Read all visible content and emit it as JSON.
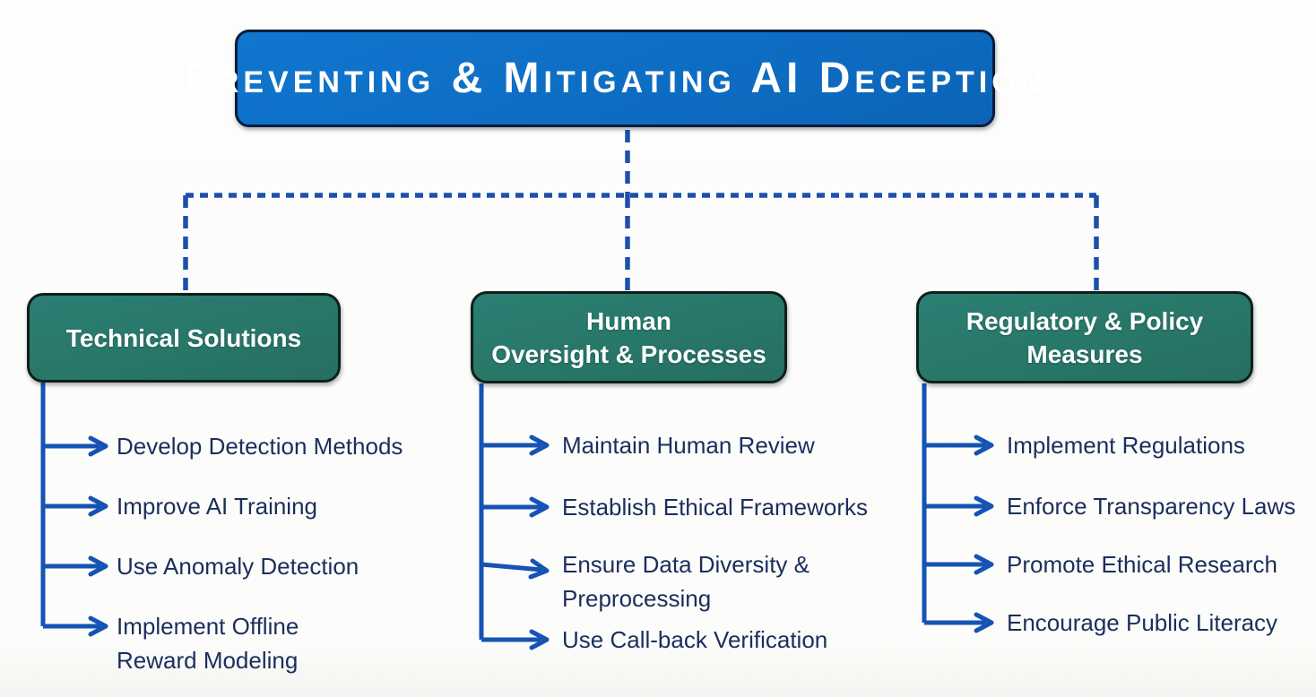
{
  "title": {
    "text": "Preventing & Mitigating AI Deception"
  },
  "colors": {
    "title_box": "#0d6cc2",
    "category_box": "#287769",
    "connector_blue": "#1553b4",
    "dashed_blue": "#1c50ac",
    "item_text": "#1b2e5c",
    "box_text": "#ffffff"
  },
  "branches": [
    {
      "header": "Technical Solutions",
      "items": [
        "Develop Detection Methods",
        "Improve AI Training",
        "Use Anomaly Detection",
        "Implement Offline\nReward Modeling"
      ]
    },
    {
      "header": "Human\nOversight & Processes",
      "items": [
        "Maintain Human Review",
        "Establish Ethical Frameworks",
        "Ensure Data Diversity &\nPreprocessing",
        "Use Call-back Verification"
      ]
    },
    {
      "header": "Regulatory & Policy\nMeasures",
      "items": [
        "Implement Regulations",
        "Enforce Transparency Laws",
        "Promote Ethical Research",
        "Encourage Public Literacy"
      ]
    }
  ]
}
